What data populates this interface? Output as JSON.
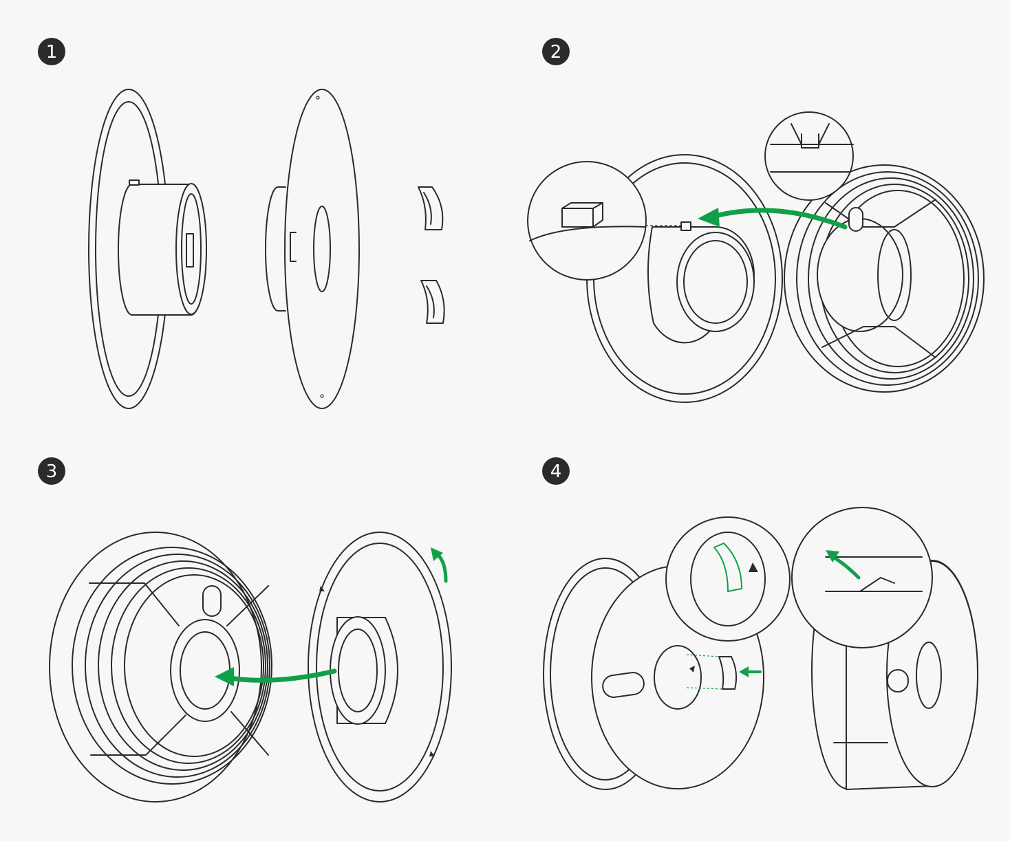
{
  "steps": [
    {
      "number": "1"
    },
    {
      "number": "2"
    },
    {
      "number": "3"
    },
    {
      "number": "4"
    }
  ],
  "colors": {
    "background": "#f7f7f7",
    "line": "#2b2b2b",
    "accent_arrow": "#11a04a",
    "badge_fill": "#2b2b2b",
    "badge_text": "#ffffff"
  },
  "icons": [
    "step-badge",
    "curved-arrow-icon",
    "zoom-callout",
    "rotate-arrow-icon",
    "push-arrow-icon"
  ]
}
